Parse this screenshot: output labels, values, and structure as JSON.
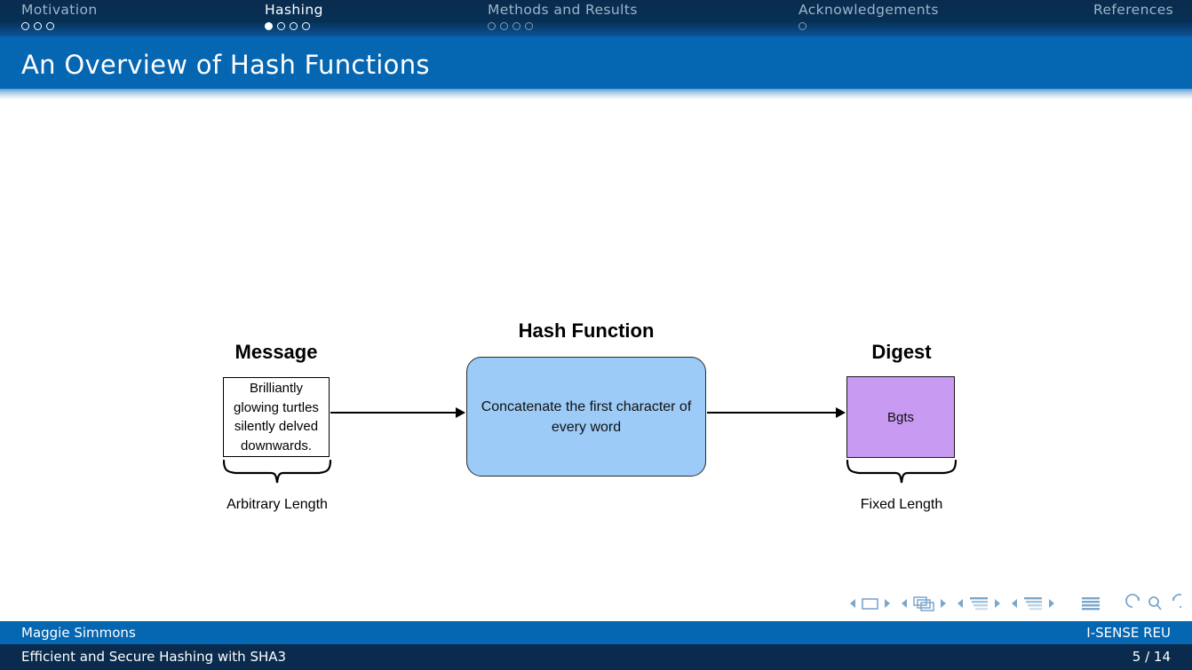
{
  "navbar": {
    "sections": [
      {
        "name": "Motivation",
        "active": false,
        "dots": [
          false,
          false,
          false
        ]
      },
      {
        "name": "Hashing",
        "active": true,
        "dots": [
          true,
          false,
          false,
          false
        ]
      },
      {
        "name": "Methods and Results",
        "active": false,
        "dots": [
          false,
          false,
          false,
          false
        ]
      },
      {
        "name": "Acknowledgements",
        "active": false,
        "dots": [
          false
        ]
      },
      {
        "name": "References",
        "active": false,
        "dots": []
      }
    ]
  },
  "slide": {
    "title": "An Overview of Hash Functions"
  },
  "diagram": {
    "message": {
      "heading": "Message",
      "text": "Brilliantly glowing turtles silently delved downwards.",
      "caption": "Arbitrary Length"
    },
    "hash_function": {
      "heading": "Hash Function",
      "text": "Concatenate the first character of every word"
    },
    "digest": {
      "heading": "Digest",
      "text": "Bgts",
      "caption": "Fixed Length"
    },
    "arrows": [
      {
        "name": "message-to-hash"
      },
      {
        "name": "hash-to-digest"
      }
    ]
  },
  "nav_symbols": [
    "prev-slide-icon",
    "slide-icon",
    "next-slide-icon",
    "prev-frame-icon",
    "frame-icon",
    "next-frame-icon",
    "prev-subsection-icon",
    "subsection-icon",
    "next-subsection-icon",
    "prev-section-icon",
    "section-icon",
    "next-section-icon",
    "document-icon",
    "back-icon",
    "search-icon",
    "forward-icon"
  ],
  "footer": {
    "author": "Maggie Simmons",
    "institute": "I-SENSE REU",
    "title": "Efficient and Secure Hashing with SHA3",
    "page": "5 / 14"
  },
  "colors": {
    "navbar_dark": "#0a2b4d",
    "title_blue": "#0566b2",
    "hash_box": "#9ccbf7",
    "digest_box": "#c89af2",
    "nav_inactive_text": "#9fb6c9"
  }
}
